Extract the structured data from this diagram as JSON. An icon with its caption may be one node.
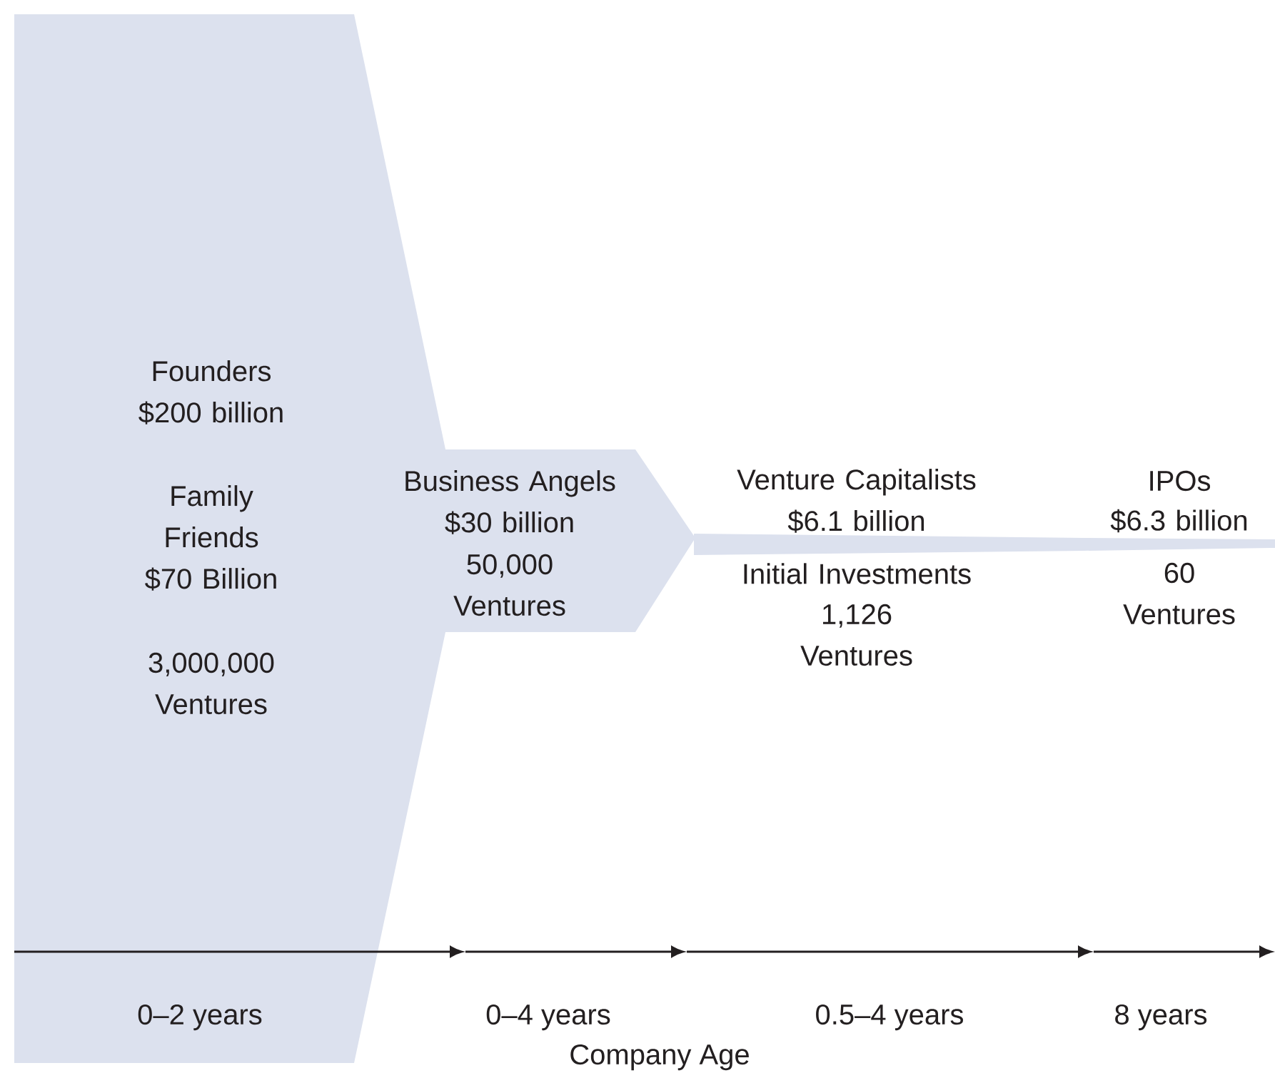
{
  "diagram": {
    "nodes": [
      {
        "text": [
          "Founders $200 billion",
          "Family Friends $70 Billion",
          "3,000,000 Ventures"
        ]
      },
      {
        "text": [
          "Business Angels $30 billion",
          "50,000 Ventures"
        ]
      },
      {
        "text": [
          "Venture Capitalists $6.1 billion",
          "Initial Investments",
          "1,126 Ventures"
        ]
      },
      {
        "text": [
          "IPOs",
          "$6.3 billion",
          "60 Ventures"
        ]
      }
    ],
    "labels": [
      "0–2 years",
      "0–4 years",
      "0.5–4 years",
      "8 years",
      "Company Age"
    ]
  }
}
